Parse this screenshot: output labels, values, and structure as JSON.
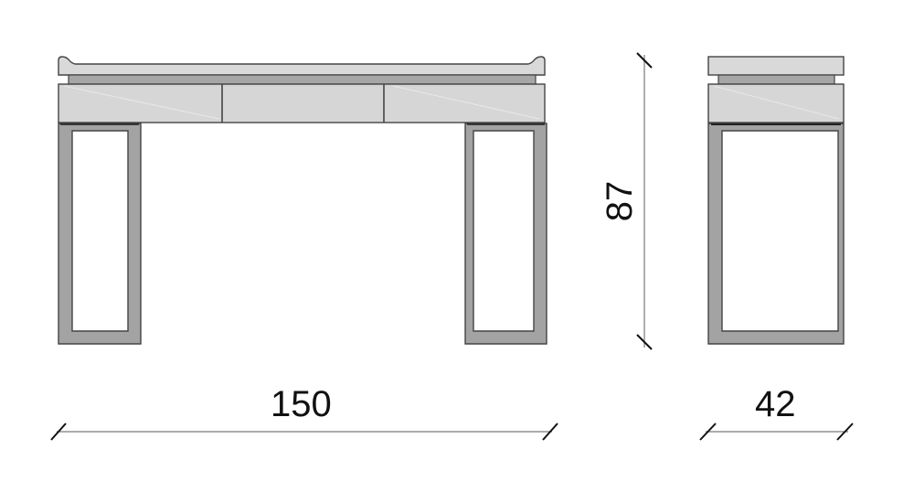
{
  "drawing": {
    "subject": "console desk with three drawers",
    "views": [
      "front-view",
      "side-view"
    ],
    "colors": {
      "top_fill": "#d9d9d9",
      "stretcher_fill": "#a6a6a6",
      "drawer_fill": "#d6d6d6",
      "leg_fill": "#a3a3a3",
      "outline": "#444444",
      "dimension_line": "#7a7a7a",
      "tick": "#111111",
      "text": "#111111"
    },
    "front_view": {
      "drawer_count": 3
    }
  },
  "dimensions": {
    "width": "150",
    "height": "87",
    "depth": "42"
  }
}
